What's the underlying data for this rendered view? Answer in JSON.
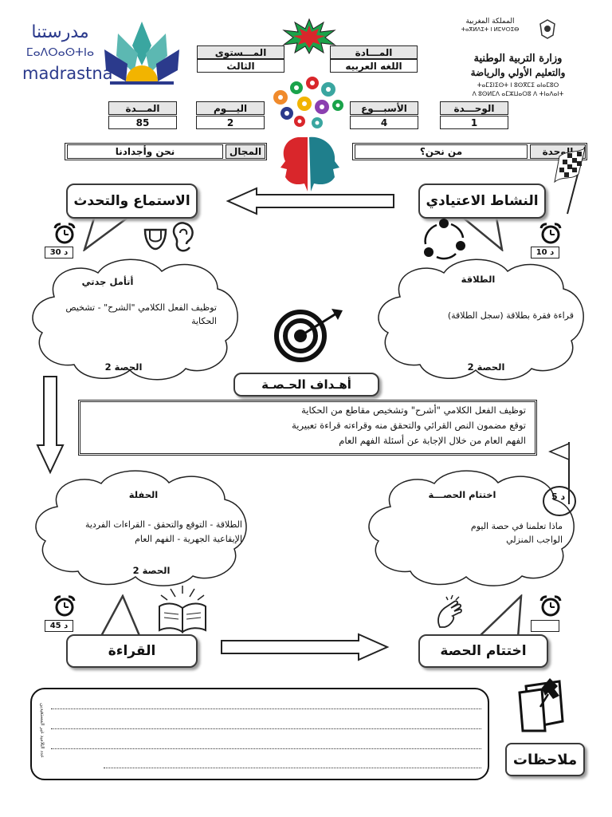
{
  "brand": {
    "logo_arabic": "مدرستنا",
    "logo_tifinagh": "ⵎⴰⴷⵔⴰⵙⵜⵏⴰ",
    "logo_latin": "madrastna"
  },
  "ministry": {
    "kingdom": "المملكة المغربية",
    "kingdom_tifinagh": "ⵜⴰⴳⵍⴷⵉⵜ ⵏ ⵍⵎⵖⵔⵉⴱ",
    "line1": "وزارة التربية الوطنية",
    "line2": "والتعليم الأولي والرياضة",
    "tifinagh1": "ⵜⴰⵎⵉⵏⵉⵙⵜ ⵏ ⵓⵙⴳⵎⵉ ⴰⵏⴰⵎⵓⵔ",
    "tifinagh2": "ⴷ ⵓⵙⵍⵎⴷ ⴰⵎⵣⵡⴰⵔⵓ ⴷ ⵜⵏⴰⴷⴰⵏⵜ"
  },
  "info": {
    "subject_label": "المـــادة",
    "subject_value": "اللغه العربيه",
    "level_label": "المـــستوى",
    "level_value": "الثالث",
    "unit_label": "الوحـــدة",
    "unit_value": "1",
    "week_label": "الأسبـــوع",
    "week_value": "4",
    "day_label": "اليـــوم",
    "day_value": "2",
    "duration_label": "المـــدة",
    "duration_value": "85",
    "unit_name_label": "الوحدة",
    "unit_name_value": "من نحن؟",
    "field_label": "المجال",
    "field_value": "نحن وأجدادنا"
  },
  "sections": {
    "routine": {
      "title": "النشاط الاعتيادي",
      "time": "10 د",
      "cloud_title": "الطلاقة",
      "cloud_text": "قراءة فقرة بطلاقة (سجل الطلاقة)",
      "session": "الحصة 2"
    },
    "listening": {
      "title": "الاستماع والتحدث",
      "time": "30 د",
      "cloud_title": "أتأمل جدتي",
      "cloud_text": "توظيف الفعل الكلامي \"الشرح\" - تشخيص الحكاية",
      "session": "الحصة 2"
    },
    "objectives": {
      "title": "أهـداف الحـصـة",
      "items": [
        "توظيف الفعل الكلامي \"أشرح\" وتشخيص مقاطع من الحكاية",
        "توقع مضمون النص القرائي والتحقق منه وقراءته قراءة تعبيرية",
        "الفهم العام من خلال الإجابة عن أسئلة الفهم العام"
      ]
    },
    "reading": {
      "title": "القراءة",
      "time": "45 د",
      "cloud_title": "الحفلة",
      "cloud_line1": "الطلاقة - التوقع والتحقق - القراءات الفردية",
      "cloud_line2": "الإيقاعية الجهرية - الفهم العام",
      "session": "الحصة 2"
    },
    "closing": {
      "title": "اختتام الحصة",
      "cloud_title": "اختتام الحصـــة",
      "cloud_line1": "ماذا تعلمنا في حصة اليوم",
      "cloud_line2": "الواجب المنزلي",
      "timer_label": "5 د"
    }
  },
  "notes": {
    "title": "ملاحظات",
    "side_text": "عدد التلاميذ غير المستفيدين"
  },
  "colors": {
    "teal": "#3aa6a0",
    "navy": "#2b3a8c",
    "gold": "#f2b400",
    "star_red": "#d9262b",
    "star_green": "#1aa34a"
  }
}
